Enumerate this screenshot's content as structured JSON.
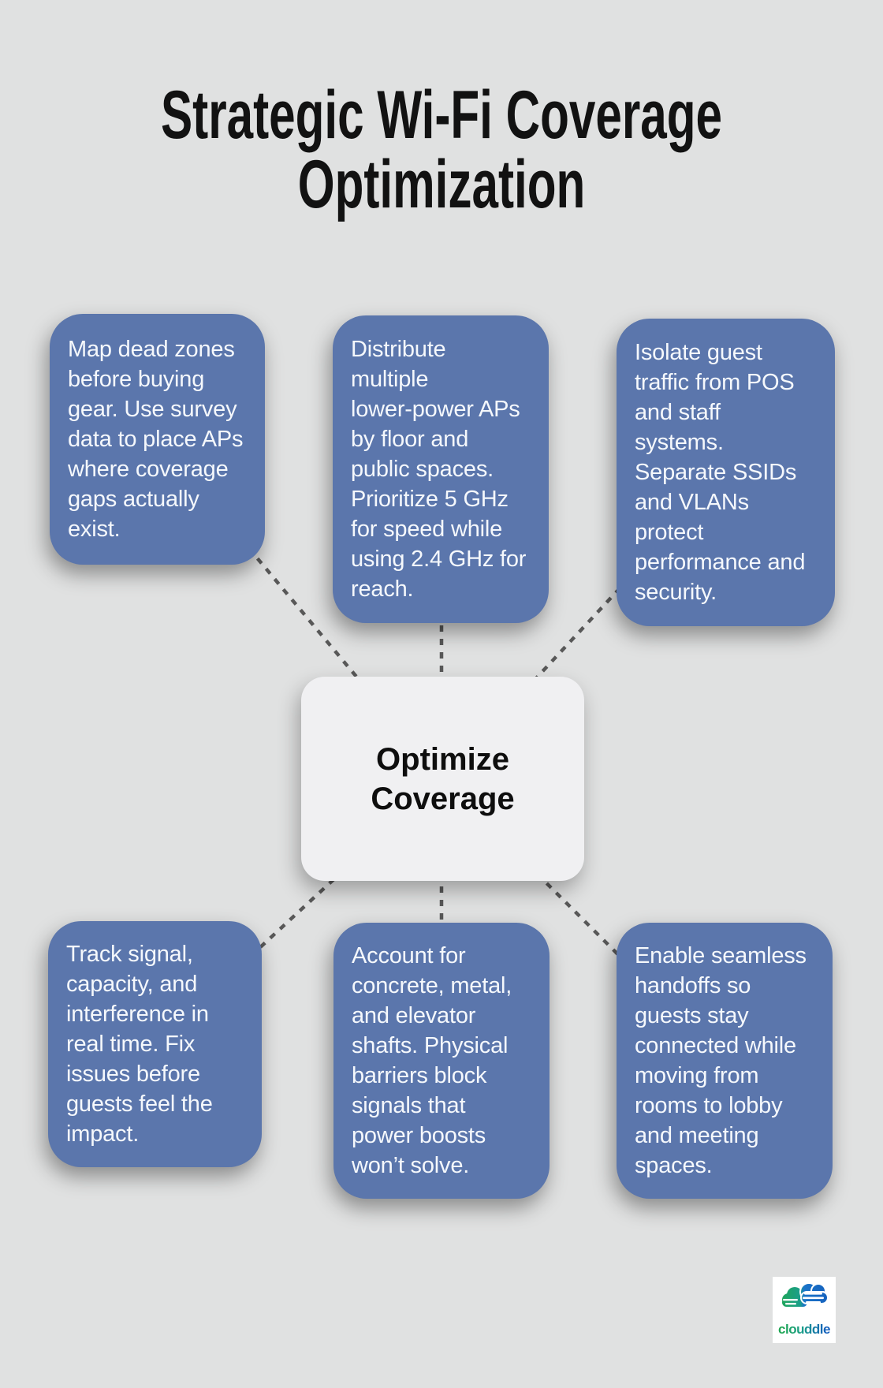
{
  "title": {
    "full_text": "Strategic Wi-Fi Coverage Optimization",
    "lines": [
      "Strategic Wi-Fi Coverage",
      "Optimization"
    ]
  },
  "center_node": {
    "full_text": "Optimize Coverage",
    "lines": [
      "Optimize",
      "Coverage"
    ]
  },
  "branches": [
    {
      "position": "top-left",
      "full_text": "Map dead zones before buying gear. Use survey data to place APs where coverage gaps actually exist.",
      "lines": [
        "Map dead zones",
        "before buying",
        "gear. Use survey",
        "data to place APs",
        "where coverage",
        "gaps actually",
        "exist."
      ]
    },
    {
      "position": "top-middle",
      "full_text": "Distribute multiple lower-power APs by floor and public spaces. Prioritize 5 GHz for speed while using 2.4 GHz for reach.",
      "lines": [
        "Distribute",
        "multiple",
        "lower-power APs",
        "by floor and",
        "public spaces.",
        "Prioritize 5 GHz",
        "for speed while",
        "using 2.4 GHz for",
        "reach."
      ]
    },
    {
      "position": "top-right",
      "full_text": "Isolate guest traffic from POS and staff systems. Separate SSIDs and VLANs protect performance and security.",
      "lines": [
        "Isolate guest",
        "traffic from POS",
        "and staff",
        "systems.",
        "Separate SSIDs",
        "and VLANs",
        "protect",
        "performance and",
        "security."
      ]
    },
    {
      "position": "bottom-left",
      "full_text": "Track signal, capacity, and interference in real time. Fix issues before guests feel the impact.",
      "lines": [
        "Track signal,",
        "capacity, and",
        "interference in",
        "real time. Fix",
        "issues before",
        "guests feel the",
        "impact."
      ]
    },
    {
      "position": "bottom-middle",
      "full_text": "Account for concrete, metal, and elevator shafts. Physical barriers block signals that power boosts won’t solve.",
      "lines": [
        "Account for",
        "concrete, metal,",
        "and elevator",
        "shafts. Physical",
        "barriers block",
        "signals that",
        "power boosts",
        "won’t solve."
      ]
    },
    {
      "position": "bottom-right",
      "full_text": "Enable seamless handoffs so guests stay connected while moving from rooms to lobby and meeting spaces.",
      "lines": [
        "Enable seamless",
        "handoffs so",
        "guests stay",
        "connected while",
        "moving from",
        "rooms to lobby",
        "and meeting",
        "spaces."
      ]
    }
  ],
  "logo": {
    "brand": "clouddle"
  },
  "colors": {
    "background": "#e0e1e1",
    "branch_box": "#5b76ac",
    "center_box": "#f0f0f2",
    "connector": "#585858",
    "title_text": "#121212",
    "box_text": "#f5f8fc",
    "logo_green": "#1fa653",
    "logo_teal": "#1b9e8a",
    "logo_blue": "#1b74c8",
    "logo_deep_blue": "#1460bd"
  }
}
